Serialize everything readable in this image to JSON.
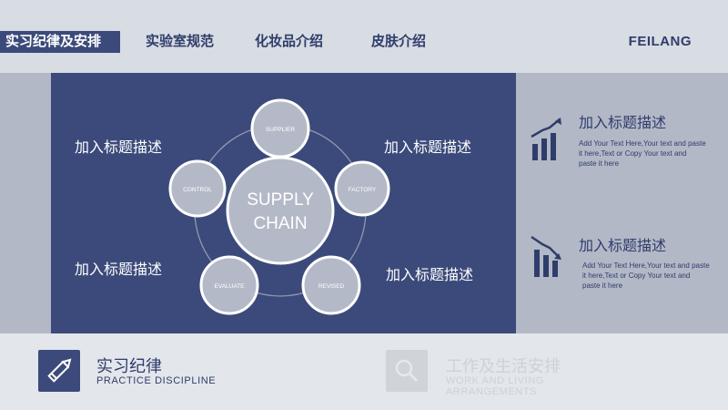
{
  "nav": {
    "items": [
      {
        "label": "实习纪律及安排",
        "active": true
      },
      {
        "label": "实验室规范",
        "active": false
      },
      {
        "label": "化妆品介绍",
        "active": false
      },
      {
        "label": "皮肤介绍",
        "active": false
      }
    ],
    "brand": "FEILANG"
  },
  "diagram": {
    "center_line1": "SUPPLY",
    "center_line2": "CHAIN",
    "nodes": {
      "supplier": "SUPPLIER",
      "factory": "FACTORY",
      "revised": "REVISED",
      "evaluate": "EVALUATE",
      "control": "CONTROL"
    },
    "labels": [
      "加入标题描述",
      "加入标题描述",
      "加入标题描述",
      "加入标题描述"
    ]
  },
  "side_items": [
    {
      "icon": "bar-chart-up-icon",
      "title": "加入标题描述",
      "text": "Add Your Text Here,Your text and paste it here,Text or Copy Your text and paste it here"
    },
    {
      "icon": "bar-chart-down-icon",
      "title": "加入标题描述",
      "text": "Add Your Text Here,Your text and paste it here,Text or Copy Your text and paste it here"
    }
  ],
  "bottom": {
    "tab1": {
      "icon": "pencil-icon",
      "title": "实习纪律",
      "subtitle": "PRACTICE DISCIPLINE",
      "active": true
    },
    "tab2": {
      "icon": "search-icon",
      "title": "工作及生活安排",
      "subtitle": "WORK AND LIVING ARRANGEMENTS",
      "active": false
    }
  },
  "colors": {
    "navy": "#3b4a7a",
    "light_gray": "#b3b8c6",
    "node_fill": "#b4b9c8",
    "inactive": "#cfd3da"
  }
}
